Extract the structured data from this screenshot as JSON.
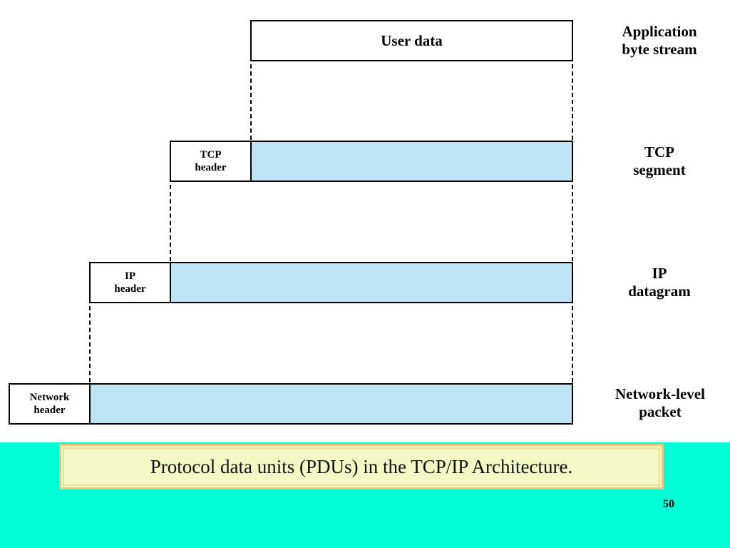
{
  "diagram": {
    "user_data": "User data",
    "tcp_header": "TCP\nheader",
    "ip_header": "IP\nheader",
    "network_header": "Network\nheader",
    "labels": {
      "application": "Application\nbyte stream",
      "tcp_segment": "TCP\nsegment",
      "ip_datagram": "IP\ndatagram",
      "network_packet": "Network-level\npacket"
    },
    "colors": {
      "payload_fill": "#bde4f5",
      "footer_background": "#00ffd5",
      "caption_background": "#f3f8c4",
      "caption_border": "#e8c87a"
    }
  },
  "caption": "Protocol data units (PDUs) in the TCP/IP Architecture.",
  "page_number": "50"
}
